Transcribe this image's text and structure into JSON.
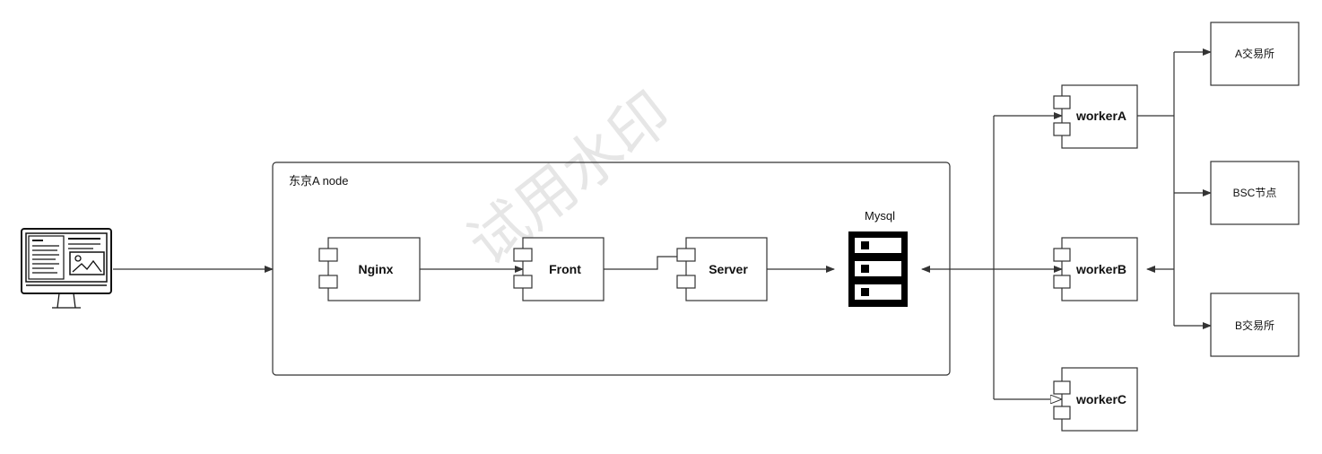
{
  "watermark": "试用水印",
  "node": {
    "label": "东京A node"
  },
  "components": {
    "nginx": "Nginx",
    "front": "Front",
    "server": "Server",
    "workerA": "workerA",
    "workerB": "workerB",
    "workerC": "workerC"
  },
  "database": {
    "label": "Mysql",
    "icon": "server-rack-icon"
  },
  "client": {
    "icon": "desktop-monitor-icon"
  },
  "boxes": {
    "a_exchange": "A交易所",
    "bsc_node": "BSC节点",
    "b_exchange": "B交易所"
  },
  "colors": {
    "line": "#333333",
    "box_border": "#333333",
    "background": "#ffffff"
  }
}
